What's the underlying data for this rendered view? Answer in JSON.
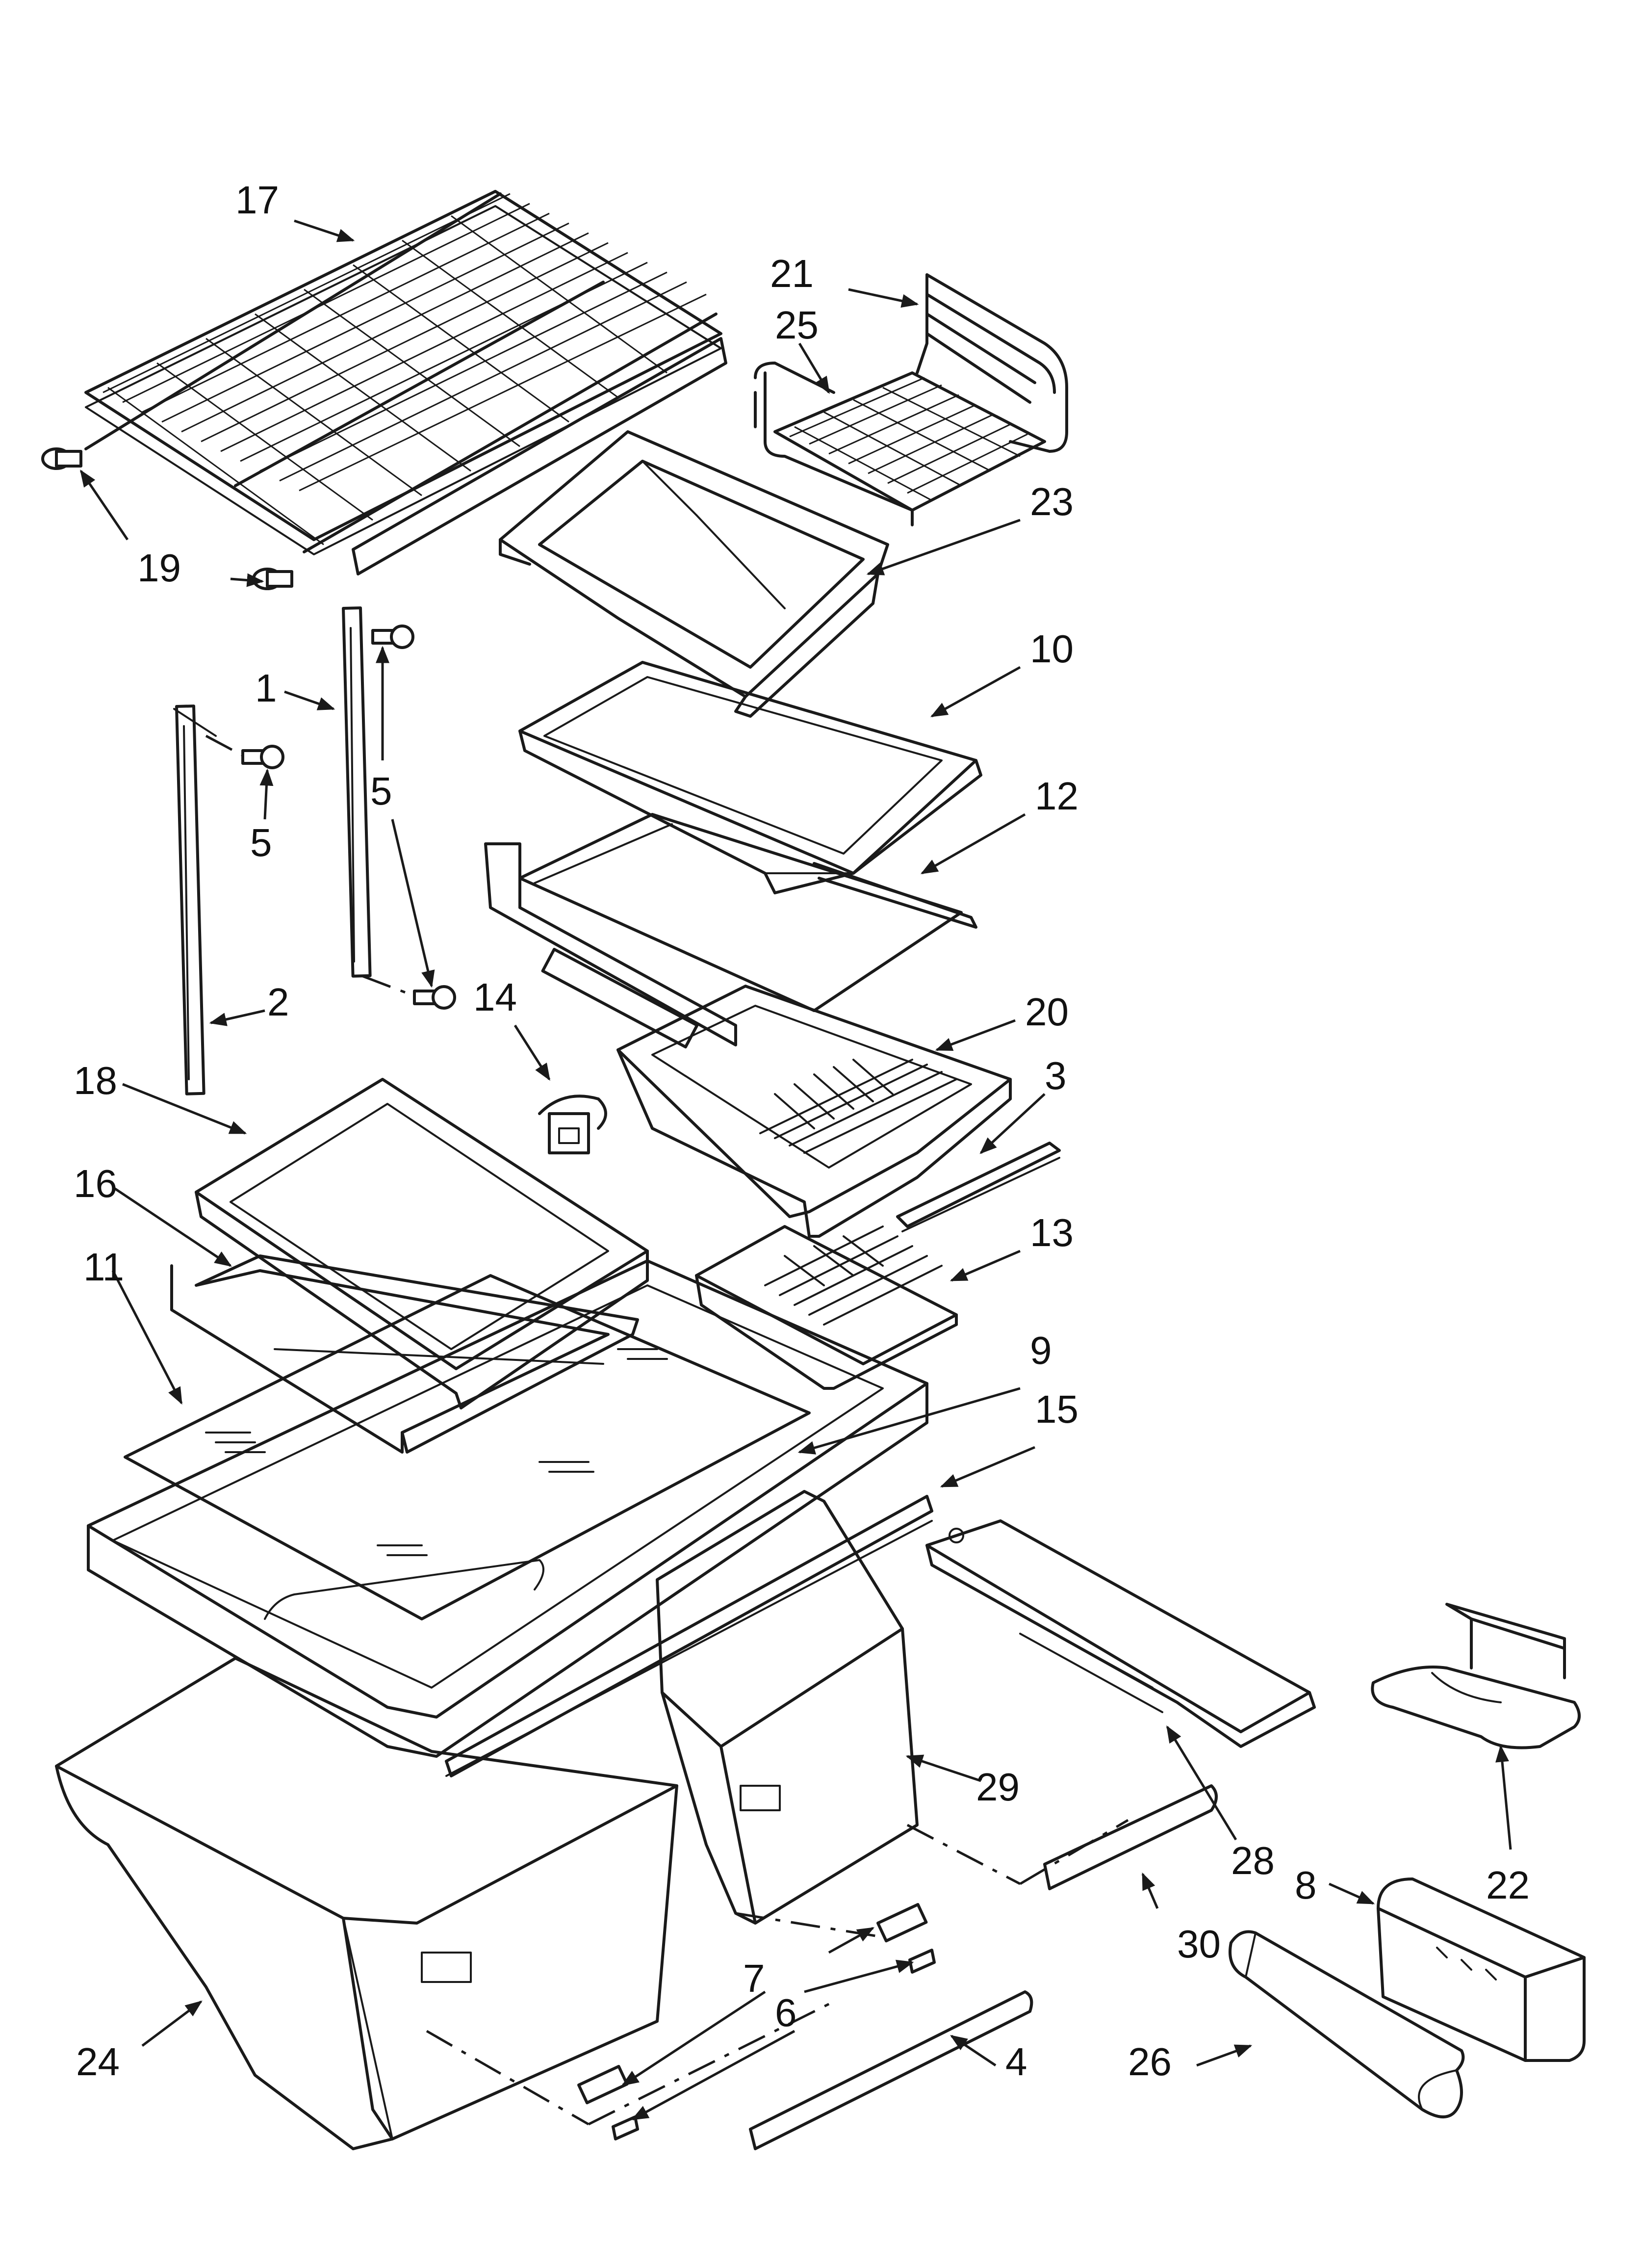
{
  "diagram": {
    "callouts": {
      "c1": "1",
      "c2": "2",
      "c3": "3",
      "c4": "4",
      "c5a": "5",
      "c5b": "5",
      "c6": "6",
      "c7": "7",
      "c8": "8",
      "c9": "9",
      "c10": "10",
      "c11": "11",
      "c12": "12",
      "c13": "13",
      "c14": "14",
      "c15": "15",
      "c16": "16",
      "c17": "17",
      "c18": "18",
      "c19": "19",
      "c20": "20",
      "c21": "21",
      "c22": "22",
      "c23": "23",
      "c24": "24",
      "c25": "25",
      "c26": "26",
      "c28": "28",
      "c29": "29",
      "c30": "30"
    },
    "colors": {
      "line": "#1a1a1a",
      "background": "#ffffff"
    }
  }
}
